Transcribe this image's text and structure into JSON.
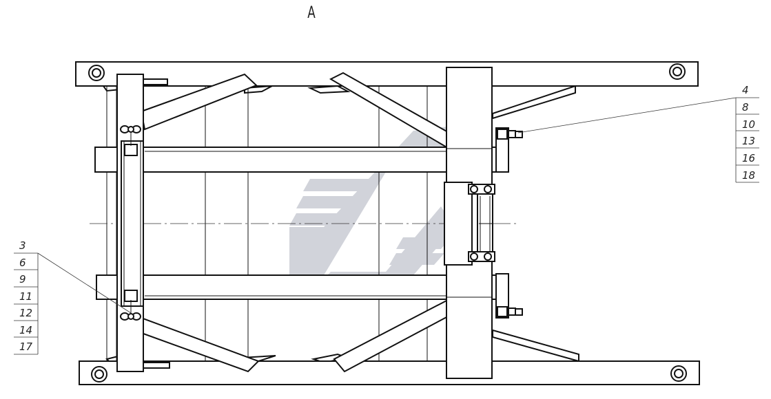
{
  "view_label": "A",
  "callouts_right": [
    "4",
    "8",
    "10",
    "13",
    "16",
    "18"
  ],
  "callouts_left": [
    "3",
    "6",
    "9",
    "11",
    "12",
    "14",
    "17"
  ],
  "colors": {
    "line": "#111111",
    "watermark": "#c9ccd4",
    "background": "#ffffff"
  }
}
